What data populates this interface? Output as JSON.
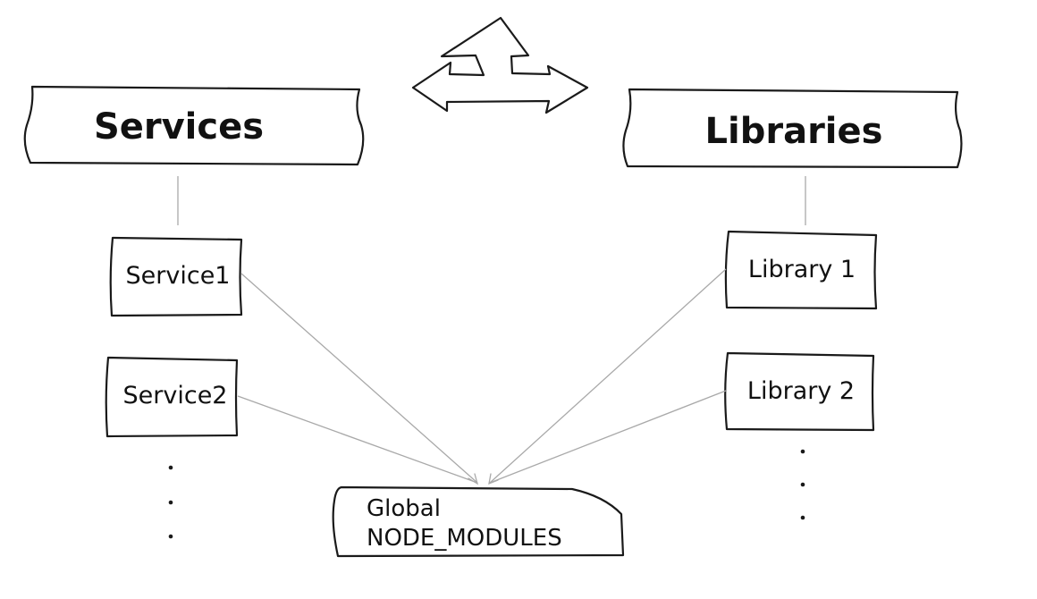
{
  "services": {
    "title": "Services",
    "items": [
      "Service1",
      "Service2"
    ]
  },
  "libraries": {
    "title": "Libraries",
    "items": [
      "Library 1",
      "Library 2"
    ]
  },
  "global": {
    "line1": "Global",
    "line2": "NODE_MODULES"
  },
  "colors": {
    "stroke": "#1a1a1a",
    "connector": "#a9a9a9",
    "background": "#ffffff"
  },
  "icons": {
    "top_center": "three-way-arrow-icon"
  }
}
